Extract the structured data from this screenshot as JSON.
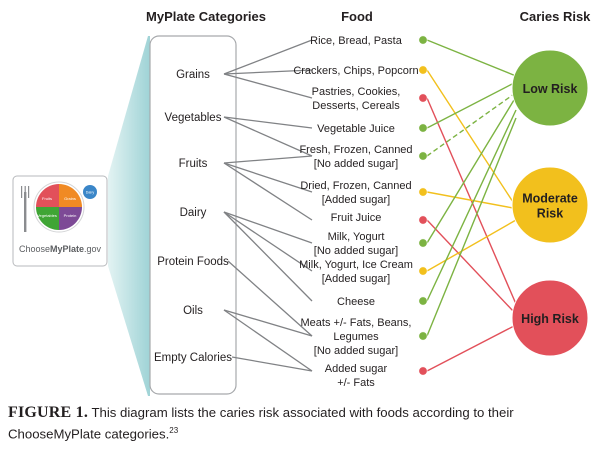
{
  "headers": {
    "categories": "MyPlate Categories",
    "food": "Food",
    "risk": "Caries Risk"
  },
  "logo": {
    "text_plain": "Choose",
    "text_bold": "MyPlate",
    "text_suffix": ".gov",
    "plate_labels": [
      "Fruits",
      "Grains",
      "Vegetables",
      "Protein",
      "Dairy"
    ]
  },
  "categories": [
    "Grains",
    "Vegetables",
    "Fruits",
    "Dairy",
    "Protein Foods",
    "Oils",
    "Empty Calories"
  ],
  "foods": [
    {
      "lines": [
        "Rice, Bread, Pasta"
      ],
      "risk": "low"
    },
    {
      "lines": [
        "Crackers, Chips, Popcorn"
      ],
      "risk": "moderate"
    },
    {
      "lines": [
        "Pastries, Cookies,",
        "Desserts, Cereals"
      ],
      "risk": "high"
    },
    {
      "lines": [
        "Vegetable Juice"
      ],
      "risk": "low"
    },
    {
      "lines": [
        "Fresh, Frozen, Canned",
        "[No added sugar]"
      ],
      "risk": "low"
    },
    {
      "lines": [
        "Dried, Frozen, Canned",
        "[Added sugar]"
      ],
      "risk": "moderate"
    },
    {
      "lines": [
        "Fruit Juice"
      ],
      "risk": "high"
    },
    {
      "lines": [
        "Milk, Yogurt",
        "[No added sugar]"
      ],
      "risk": "low"
    },
    {
      "lines": [
        "Milk, Yogurt, Ice Cream",
        "[Added sugar]"
      ],
      "risk": "moderate"
    },
    {
      "lines": [
        "Cheese"
      ],
      "risk": "low"
    },
    {
      "lines": [
        "Meats +/- Fats, Beans,",
        "Legumes",
        "[No added sugar]"
      ],
      "risk": "low"
    },
    {
      "lines": [
        "Added sugar",
        "+/- Fats"
      ],
      "risk": "high"
    }
  ],
  "links": [
    [
      0,
      0
    ],
    [
      0,
      1
    ],
    [
      0,
      2
    ],
    [
      1,
      3
    ],
    [
      1,
      4
    ],
    [
      2,
      4
    ],
    [
      2,
      5
    ],
    [
      2,
      6
    ],
    [
      3,
      7
    ],
    [
      3,
      8
    ],
    [
      3,
      9
    ],
    [
      4,
      10
    ],
    [
      5,
      10
    ],
    [
      5,
      11
    ],
    [
      6,
      11
    ]
  ],
  "risks": {
    "low": {
      "label": [
        "Low Risk"
      ],
      "color": "#7cb342"
    },
    "moderate": {
      "label": [
        "Moderate",
        "Risk"
      ],
      "color": "#f2c01d"
    },
    "high": {
      "label": [
        "High Risk"
      ],
      "color": "#e2505a"
    }
  },
  "caption": {
    "figure": "FIGURE 1.",
    "text": "This diagram lists the caries risk associated with foods according to their ChooseMyPlate categories.",
    "ref": "23"
  }
}
